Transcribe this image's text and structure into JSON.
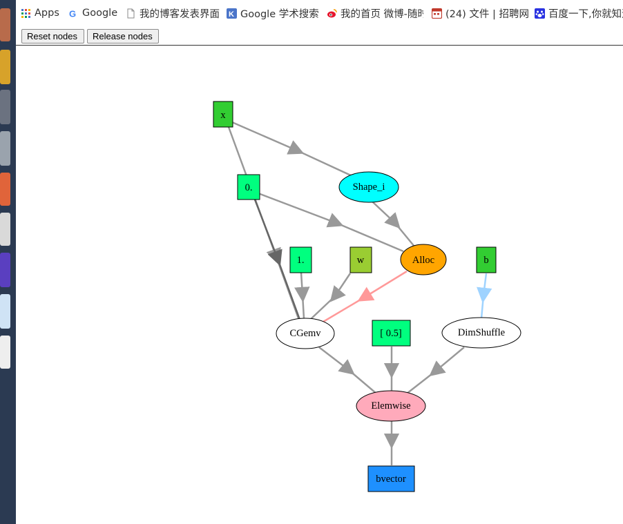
{
  "bookmarks": [
    {
      "label": "Apps",
      "icon": "apps-grid-icon"
    },
    {
      "label": "Google",
      "icon": "google-icon"
    },
    {
      "label": "我的博客发表界面",
      "icon": "page-icon"
    },
    {
      "label": "Google 学术搜索",
      "icon": "google-scholar-icon"
    },
    {
      "label": "我的首页 微博-随时",
      "icon": "weibo-icon"
    },
    {
      "label": "(24) 文件 | 招聘网",
      "icon": "calendar-icon"
    },
    {
      "label": "百度一下,你就知道",
      "icon": "baidu-icon"
    }
  ],
  "buttons": {
    "reset": "Reset nodes",
    "release": "Release nodes"
  },
  "graph": {
    "nodes": {
      "x": "x",
      "zero": "0.",
      "shape_i": "Shape_i",
      "one": "1.",
      "w": "w",
      "alloc": "Alloc",
      "b": "b",
      "cgemv": "CGemv",
      "half": "[ 0.5]",
      "dimshuffle": "DimShuffle",
      "elemwise": "Elemwise",
      "bvector": "bvector"
    },
    "colors": {
      "input_green": "#32cd32",
      "const_green": "#00ff7f",
      "shape_cyan": "#00ffff",
      "alloc_orange": "#ffa500",
      "w_olive": "#9acd32",
      "elemwise_pink": "#ffaabb",
      "bvector_blue": "#1e90ff",
      "edge_gray": "#999999",
      "edge_red": "#ff9999",
      "edge_blue": "#9fd3ff"
    }
  }
}
